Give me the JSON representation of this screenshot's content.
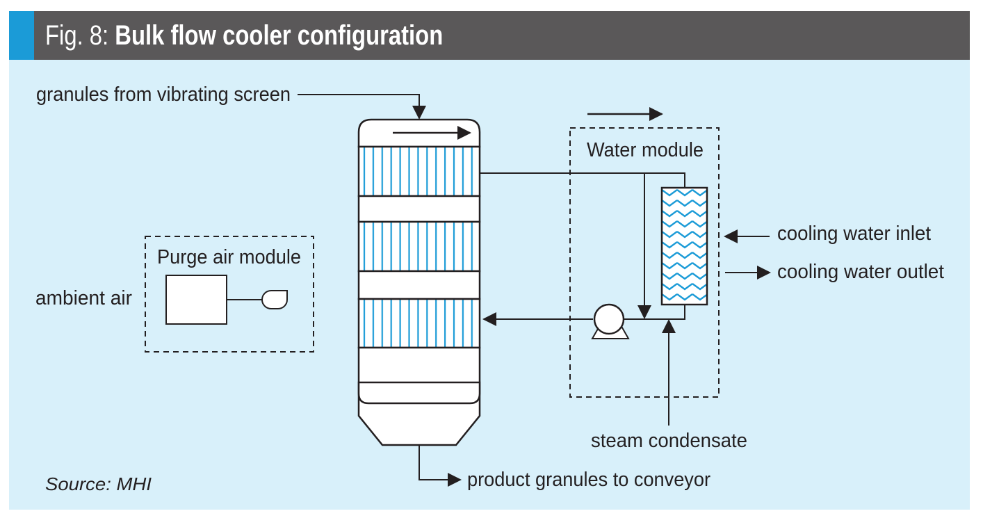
{
  "figure": {
    "number_label": "Fig. 8:",
    "title": "Bulk flow cooler configuration",
    "source": "Source: MHI"
  },
  "colors": {
    "header_bg": "#5a5859",
    "accent": "#1b9bd7",
    "panel_bg": "#d8f0fa",
    "line": "#231f20",
    "tube": "#1b9bd7"
  },
  "labels": {
    "granules_in": "granules from vibrating screen",
    "ambient_air": "ambient air",
    "purge_module": "Purge air module",
    "water_module": "Water module",
    "cooling_water_inlet": "cooling water inlet",
    "cooling_water_outlet": "cooling water outlet",
    "steam_condensate": "steam condensate",
    "product_out": "product granules to conveyor"
  },
  "components": {
    "cooler_column": {
      "tube_banks": 3
    },
    "heat_exchanger": {
      "type": "plate"
    },
    "pump": {
      "type": "centrifugal"
    },
    "fan": {
      "type": "blower"
    }
  }
}
